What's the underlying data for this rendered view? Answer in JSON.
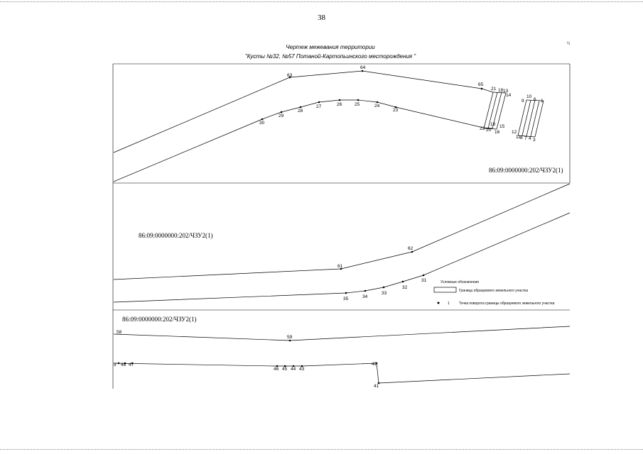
{
  "page": {
    "number": "38"
  },
  "title": {
    "line1": "Чертеж межевания территории",
    "line2": "\"Кусты №32, №57 Потаной-Картопьинского месторождения \""
  },
  "corner_mark": "ц",
  "cadastral": {
    "label1": "86:09:0000000:202/ЧЗУ2(1)",
    "label2": "86:09:0000000:202/ЧЗУ2(1)",
    "label3": "86:09:0000000:202/ЧЗУ2(1)"
  },
  "legend": {
    "title": "Условные обозначения",
    "item1": "Граница образуемого земельного участка",
    "item2_symbol": "1",
    "item2": "Точка поворота границы образуемого земельного участка"
  },
  "points": {
    "p63": "63",
    "p64": "64",
    "p65": "65",
    "p21": "21",
    "p18": "18",
    "p13": "13",
    "p14": "14",
    "p10": "10",
    "p9": "9",
    "p6": "6",
    "p1": "1",
    "p30": "30",
    "p29": "29",
    "p28": "28",
    "p27": "27",
    "p26": "26",
    "p25": "25",
    "p24": "24",
    "p23": "23",
    "p22": "22",
    "p20": "20",
    "p19": "19",
    "p15": "15",
    "p16": "16",
    "p12": "12",
    "p11": "11",
    "p8": "8",
    "p7": "7",
    "p4": "4",
    "p3": "3",
    "p61": "61",
    "p62": "62",
    "p35": "35",
    "p34": "34",
    "p33": "33",
    "p32": "32",
    "p31": "31",
    "p58": "58",
    "p59": "59",
    "p9b": "9",
    "p48": "48",
    "p47": "47",
    "p46": "46",
    "p45": "45",
    "p44": "44",
    "p43": "43",
    "p42": "42",
    "p41": "41"
  }
}
